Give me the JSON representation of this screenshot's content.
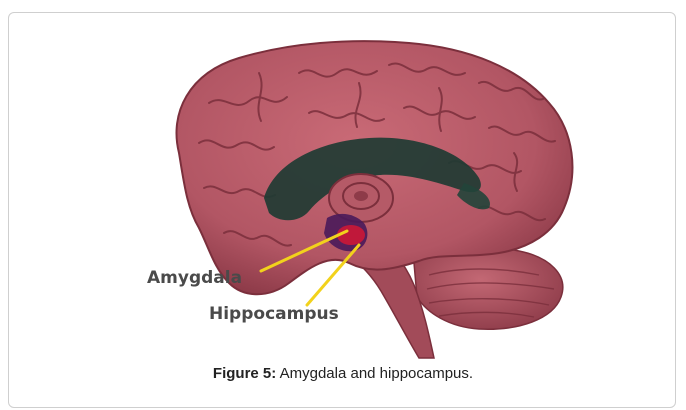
{
  "figure": {
    "labels": {
      "amygdala": "Amygdala",
      "hippocampus": "Hippocampus"
    },
    "caption": {
      "number": "Figure 5:",
      "text": "Amygdala and hippocampus."
    }
  },
  "colors": {
    "brain_fill": "#b65b67",
    "brain_dark": "#8a3a47",
    "brain_gyri": "#7b2f3c",
    "ventricle": "#1f3b33",
    "amygdala": "#c0183a",
    "hippocampus": "#4a1a5a",
    "pointer": "#f2d21c"
  }
}
